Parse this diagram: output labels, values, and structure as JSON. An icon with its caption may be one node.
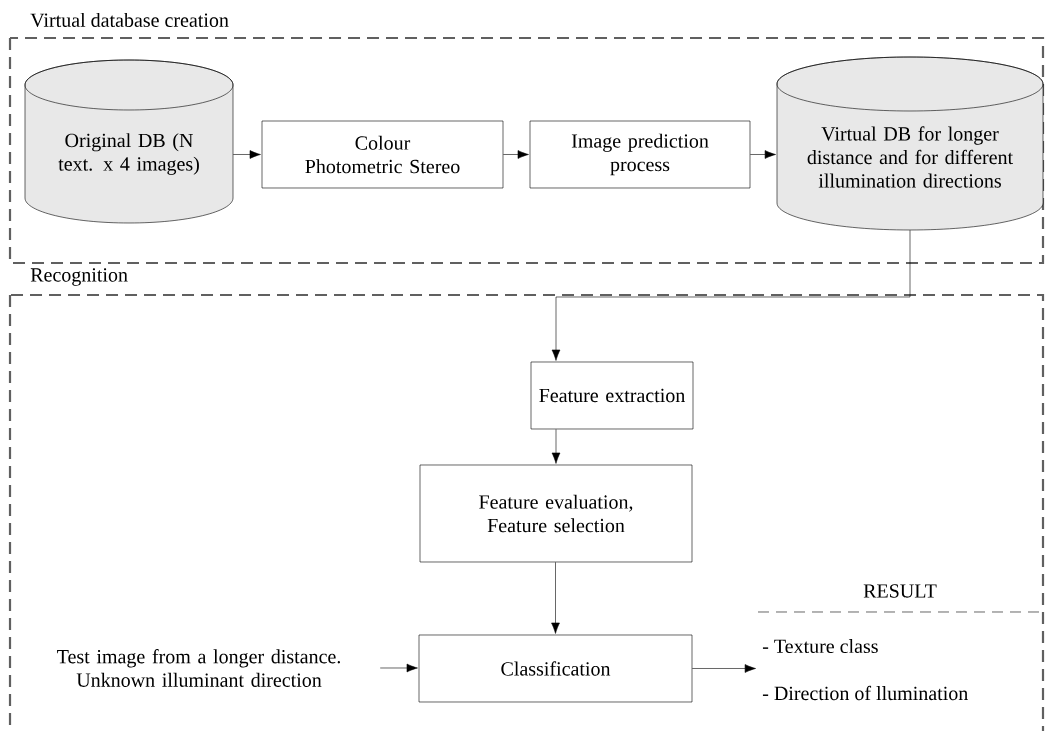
{
  "diagram": {
    "nodes": [
      {
        "text": [
          "Virtual database creation"
        ]
      },
      {
        "text": [
          "Original DB (N text. x 4 images)"
        ],
        "in": 0
      },
      {
        "text": [
          "Colour Photometric Stereo"
        ],
        "in": 0
      },
      {
        "text": [
          "Image prediction process"
        ],
        "in": 0
      },
      {
        "text": [
          "Virtual DB for longer distance and for different illumination directions"
        ],
        "in": 0
      },
      {
        "text": [
          "Recognition"
        ]
      },
      {
        "text": [
          "Feature extraction"
        ],
        "in": 5
      },
      {
        "text": [
          "Feature evaluation, Feature selection"
        ],
        "in": 5
      },
      {
        "text": [
          "Classification"
        ],
        "in": 5
      },
      {
        "text": [
          "Test image from a longer distance. Unknown illuminant direction"
        ],
        "in": 5
      },
      {
        "text": [
          "RESULT",
          "- Texture class",
          "- Direction of llumination"
        ],
        "in": 5
      }
    ],
    "edges": [
      {
        "from": 1,
        "to": 2,
        "arrow": "to"
      },
      {
        "from": 2,
        "to": 3,
        "arrow": "to"
      },
      {
        "from": 3,
        "to": 4,
        "arrow": "to"
      },
      {
        "from": 4,
        "to": 6,
        "arrow": "to"
      },
      {
        "from": 6,
        "to": 7,
        "arrow": "to"
      },
      {
        "from": 7,
        "to": 8,
        "arrow": "to"
      },
      {
        "from": 9,
        "to": 8,
        "arrow": "to"
      },
      {
        "from": 8,
        "to": 10,
        "arrow": "to"
      }
    ]
  }
}
